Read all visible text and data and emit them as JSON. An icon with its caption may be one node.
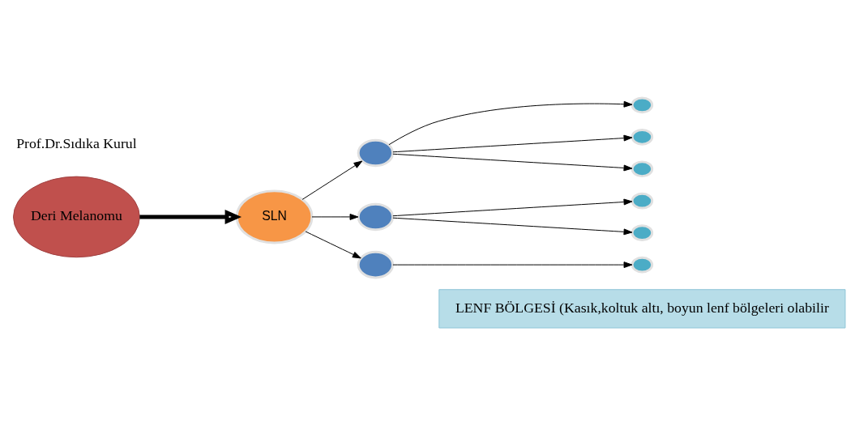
{
  "diagram": {
    "nodes": [
      {
        "text": [
          "Deri Melanomu"
        ]
      },
      {
        "text": [
          "SLN"
        ]
      },
      {
        "text": [],
        "shape": "circle"
      },
      {
        "text": [],
        "shape": "circle"
      },
      {
        "text": [],
        "shape": "circle"
      },
      {
        "text": [],
        "shape": "circle"
      },
      {
        "text": [],
        "shape": "circle"
      },
      {
        "text": [],
        "shape": "circle"
      },
      {
        "text": [],
        "shape": "circle"
      },
      {
        "text": [],
        "shape": "circle"
      },
      {
        "text": [],
        "shape": "circle"
      },
      {
        "text": [
          "LENF BÖLGESİ (Kasık,koltuk altı, boyun lenf bölgeleri olabilir"
        ]
      }
    ],
    "edges": [
      {
        "from": 0,
        "to": 1,
        "arrow": "to",
        "style": "thick"
      },
      {
        "from": 1,
        "to": 2,
        "arrow": "to"
      },
      {
        "from": 1,
        "to": 3,
        "arrow": "to"
      },
      {
        "from": 1,
        "to": 4,
        "arrow": "to"
      },
      {
        "from": 2,
        "to": 5,
        "arrow": "to"
      },
      {
        "from": 2,
        "to": 6,
        "arrow": "to"
      },
      {
        "from": 2,
        "to": 7,
        "arrow": "to"
      },
      {
        "from": 3,
        "to": 8,
        "arrow": "to"
      },
      {
        "from": 3,
        "to": 9,
        "arrow": "to"
      },
      {
        "from": 4,
        "to": 10,
        "arrow": "to"
      }
    ],
    "labels": [
      "Prof.Dr.Sıdıka Kurul"
    ]
  }
}
